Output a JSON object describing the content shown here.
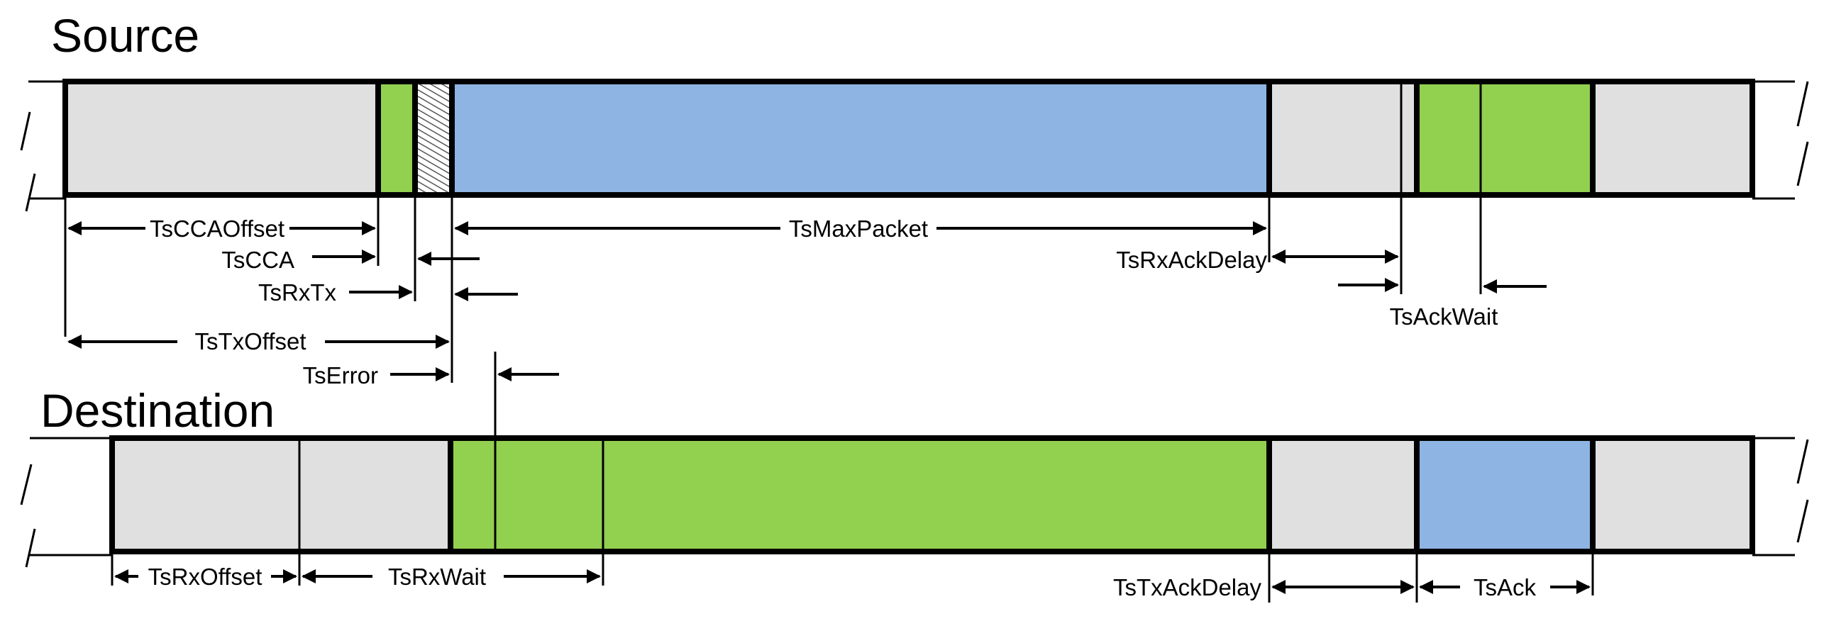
{
  "source": {
    "title": "Source",
    "labels": {
      "cca_offset": "TsCCAOffset",
      "cca": "TsCCA",
      "rx_tx": "TsRxTx",
      "tx_offset": "TsTxOffset",
      "error": "TsError",
      "max_packet": "TsMaxPacket",
      "rx_ack_delay": "TsRxAckDelay",
      "ack_wait": "TsAckWait"
    }
  },
  "destination": {
    "title": "Destination",
    "labels": {
      "rx_offset": "TsRxOffset",
      "rx_wait": "TsRxWait",
      "tx_ack_delay": "TsTxAckDelay",
      "ack": "TsAck"
    }
  },
  "colors": {
    "idle": "#e0e0e0",
    "transmit": "#8eb4e3",
    "receive": "#92d050",
    "hatch": "#555555",
    "line": "#000000"
  }
}
